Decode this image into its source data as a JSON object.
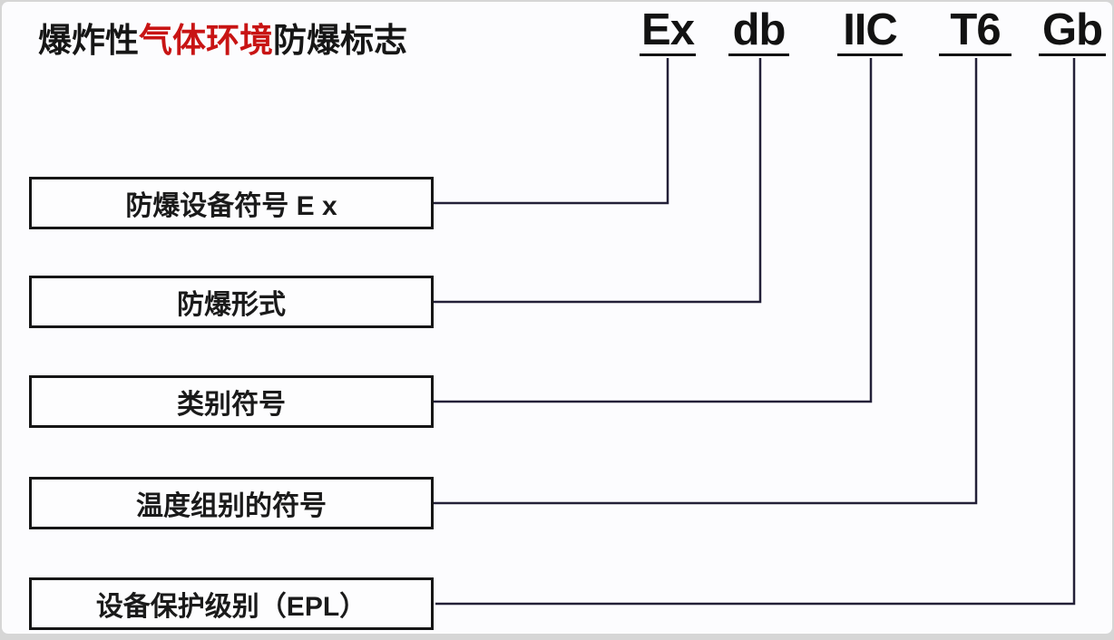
{
  "title": {
    "black_prefix": "爆炸性",
    "red_middle": "气体环境",
    "black_suffix": "防爆标志"
  },
  "marking_codes": [
    "Ex",
    "db",
    "IIC",
    "T6",
    "Gb"
  ],
  "label_boxes": [
    "防爆设备符号 E x",
    "防爆形式",
    "类别符号",
    "温度组别的符号",
    "设备保护级别（EPL）"
  ],
  "colors": {
    "title_red_accent": "#c81414",
    "text_black": "#161616",
    "connector_line": "#232038",
    "box_border": "#161616",
    "card_background": "#fcfcfe",
    "frame_background": "#d6d6d6"
  }
}
